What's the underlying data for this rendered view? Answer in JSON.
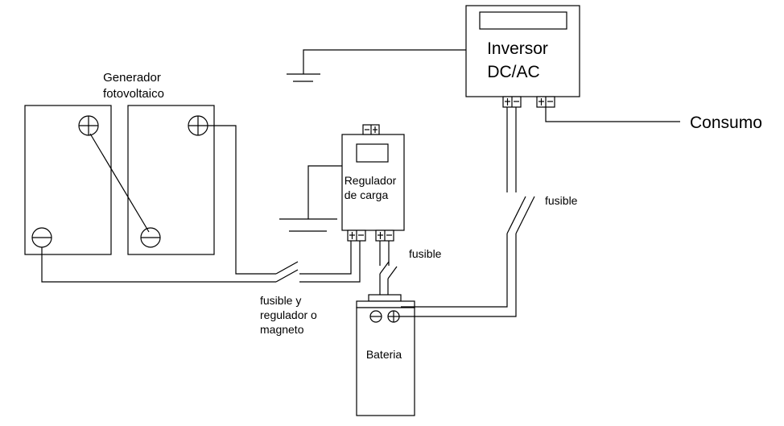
{
  "labels": {
    "generator_line1": "Generador",
    "generator_line2": "fotovoltaico",
    "inverter_line1": "Inversor",
    "inverter_line2": "DC/AC",
    "consumption": "Consumo",
    "regulator_line1": "Regulador",
    "regulator_line2": "de carga",
    "fuse_inverter": "fusible",
    "fuse_battery": "fusible",
    "fuse_regulator_line1": "fusible y",
    "fuse_regulator_line2": "regulador o",
    "fuse_regulator_line3": "magneto",
    "battery": "Bateria"
  },
  "colors": {
    "line": "#000000",
    "background": "#ffffff"
  }
}
